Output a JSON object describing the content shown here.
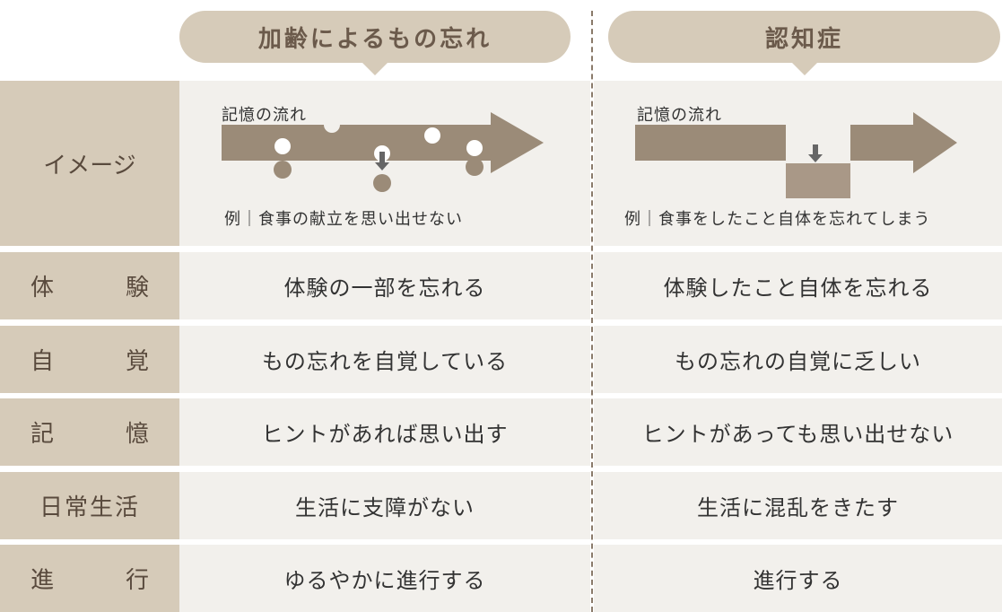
{
  "headers": {
    "left": "加齢によるもの忘れ",
    "right": "認知症"
  },
  "image_row": {
    "label": "イメージ",
    "left": {
      "flow_label": "記憶の流れ",
      "example": "例｜食事の献立を思い出せない"
    },
    "right": {
      "flow_label": "記憶の流れ",
      "example": "例｜食事をしたこと自体を忘れてしまう"
    }
  },
  "rows": [
    {
      "label_a": "体",
      "label_b": "験",
      "left": "体験の一部を忘れる",
      "right": "体験したこと自体を忘れる"
    },
    {
      "label_a": "自",
      "label_b": "覚",
      "left": "もの忘れを自覚している",
      "right": "もの忘れの自覚に乏しい"
    },
    {
      "label_a": "記",
      "label_b": "憶",
      "left": "ヒントがあれば思い出す",
      "right": "ヒントがあっても思い出せない"
    },
    {
      "label": "日常生活",
      "left": "生活に支障がない",
      "right": "生活に混乱をきたす"
    },
    {
      "label_a": "進",
      "label_b": "行",
      "left": "ゆるやかに進行する",
      "right": "進行する"
    }
  ],
  "colors": {
    "header_bg": "#d6cbb9",
    "label_bg": "#d6cbb9",
    "cell_bg": "#f2f0ec",
    "arrow": "#9b8b78",
    "dot": "#9b8b78",
    "block": "#a99887"
  }
}
